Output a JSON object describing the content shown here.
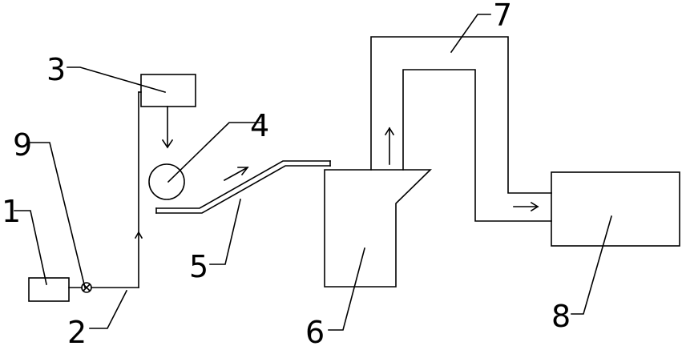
{
  "diagram": {
    "labels": {
      "n1": "1",
      "n2": "2",
      "n3": "3",
      "n4": "4",
      "n5": "5",
      "n6": "6",
      "n7": "7",
      "n8": "8",
      "n9": "9"
    },
    "stroke_color": "#000000",
    "background_color": "#ffffff"
  }
}
